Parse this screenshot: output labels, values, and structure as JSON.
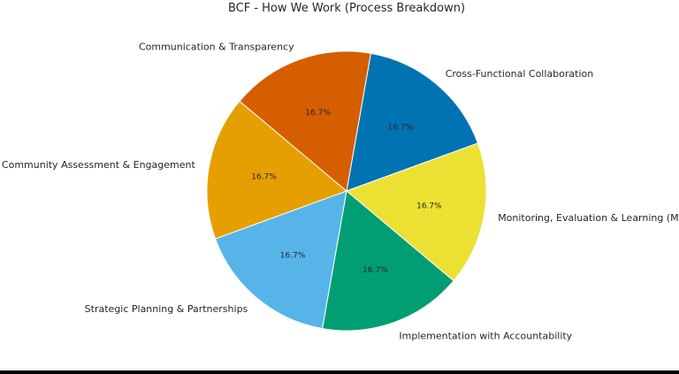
{
  "chart_data": {
    "type": "pie",
    "title": "BCF - How We Work (Process Breakdown)",
    "categories": [
      "Cross-Functional Collaboration",
      "Monitoring, Evaluation & Learning (ME",
      "Implementation with Accountability",
      "Strategic Planning & Partnerships",
      "Community Assessment & Engagement",
      "Communication & Transparency"
    ],
    "values": [
      16.7,
      16.7,
      16.7,
      16.7,
      16.7,
      16.7
    ],
    "percent_labels": [
      "16.7%",
      "16.7%",
      "16.7%",
      "16.7%",
      "16.7%",
      "16.7%"
    ],
    "colors": [
      "#0173b2",
      "#ece133",
      "#029e73",
      "#56b4e9",
      "#e69f00",
      "#d55e00"
    ],
    "start_angle_deg": 80,
    "direction": "clockwise",
    "legend": "none"
  }
}
